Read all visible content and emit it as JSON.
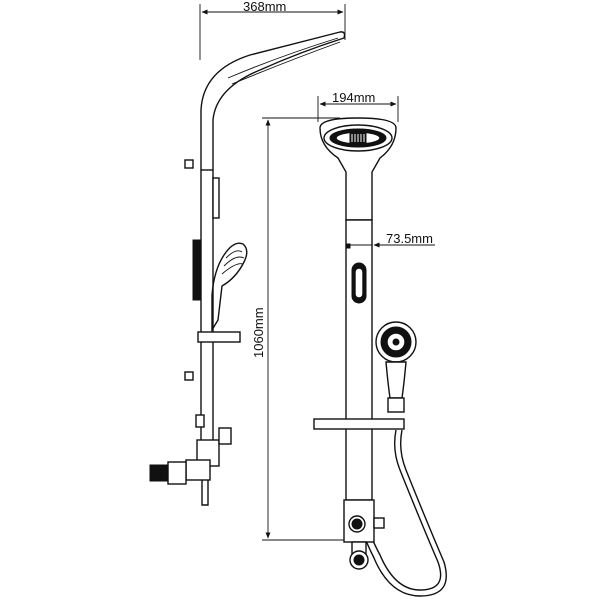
{
  "dimensions": {
    "width_side": "368mm",
    "head_width": "194mm",
    "bar_offset": "73.5mm",
    "height_total": "1060mm"
  }
}
